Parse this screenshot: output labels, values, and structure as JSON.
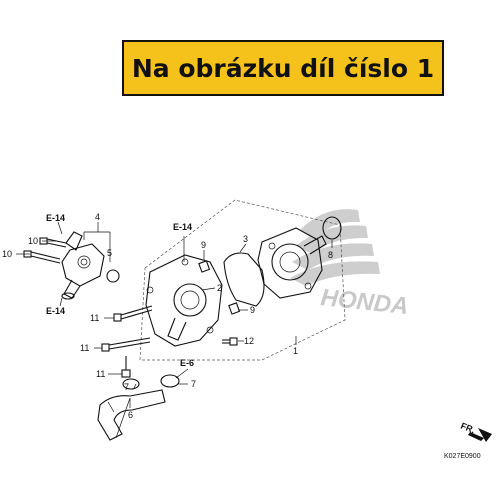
{
  "banner": {
    "text": "Na obrázku díl číslo 1",
    "color": "#f4c21a"
  },
  "refs": {
    "e14_a": "E-14",
    "e14_b": "E-14",
    "e14_c": "E-14",
    "e6": "E-6"
  },
  "callouts": {
    "n1": "1",
    "n2": "2",
    "n3": "3",
    "n4": "4",
    "n5": "5",
    "n6": "6",
    "n7a": "7",
    "n7b": "7",
    "n8": "8",
    "n9a": "9",
    "n9b": "9",
    "n10a": "10",
    "n10b": "10",
    "n11a": "11",
    "n11b": "11",
    "n11c": "11",
    "n12": "12"
  },
  "watermark": {
    "text": "HONDA",
    "color": "#b5b5b5"
  },
  "direction": {
    "label": "FR.",
    "icon": "arrow-icon"
  },
  "figure_code": "K027E0900"
}
